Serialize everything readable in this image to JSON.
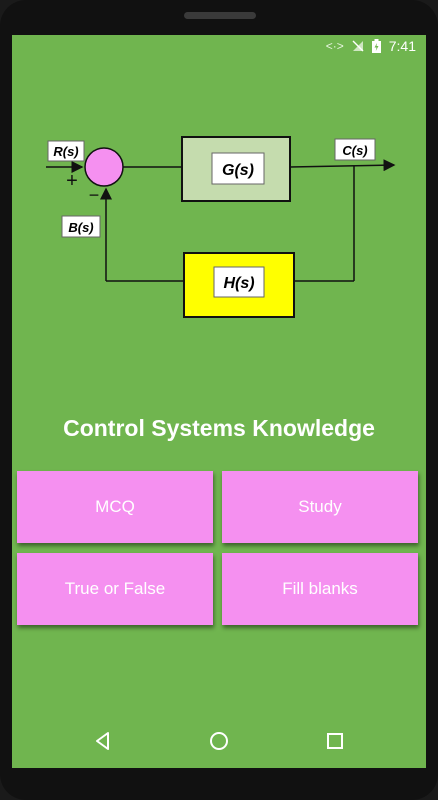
{
  "status_bar": {
    "time": "7:41",
    "icons": [
      "data-transfer-icon",
      "no-signal-icon",
      "battery-charging-icon"
    ]
  },
  "diagram": {
    "input_label": "R(s)",
    "output_label": "C(s)",
    "feedback_label": "B(s)",
    "forward_block": "G(s)",
    "feedback_block": "H(s)",
    "plus_sign": "+",
    "minus_sign": "−",
    "colors": {
      "summing_junction": "#f590f0",
      "forward_block": "#c5dcae",
      "feedback_block": "#ffff00"
    }
  },
  "main": {
    "title": "Control Systems Knowledge",
    "buttons": {
      "mcq": "MCQ",
      "study": "Study",
      "true_false": "True or False",
      "fill_blanks": "Fill blanks"
    },
    "button_color": "#f590f0",
    "background_color": "#70b54f"
  },
  "nav_bar": {
    "icons": [
      "back-icon",
      "home-icon",
      "recents-icon"
    ]
  }
}
